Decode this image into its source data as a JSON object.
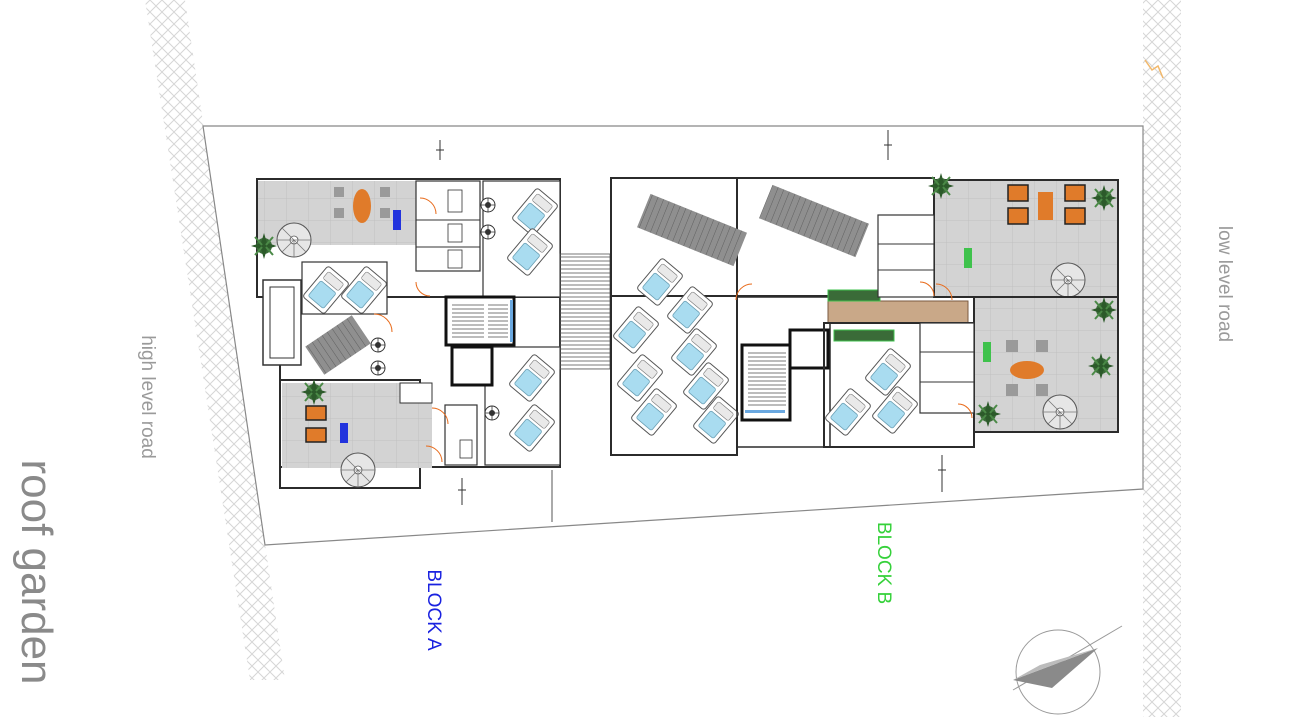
{
  "drawing": {
    "title": "roof garden",
    "road_high": "high level road",
    "road_low": "low level road",
    "block_a": "BLOCK A",
    "block_b": "BLOCK B"
  },
  "colors": {
    "line": "#2b2b2b",
    "terrace": "#d2d2d2",
    "pool": "#a9dcf0",
    "solar": "#8d8d8d",
    "furniture": "#e07b2a",
    "plant": "#3a6b38",
    "planter": "#3fc24c",
    "deck": "#c9a888",
    "door": "#e86a1a",
    "block_a": "#1a22e0",
    "block_b": "#35d13a",
    "road_text": "#9a9a9a",
    "title_text": "#8a8a8a",
    "hatch": "#cfcfcf"
  },
  "icons": [
    "compass-icon",
    "plant-icon",
    "sunbed-icon",
    "spiral-stair-icon",
    "solar-panel-icon",
    "staircase-icon"
  ]
}
